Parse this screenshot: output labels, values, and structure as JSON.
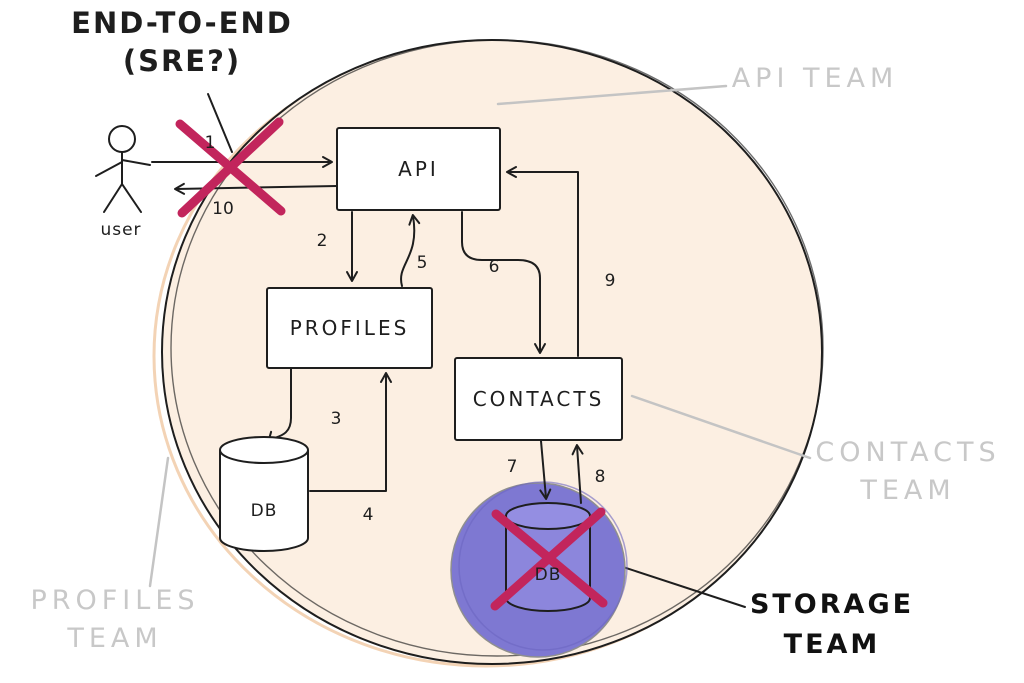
{
  "diagram": {
    "title_line1": "END-TO-END",
    "title_line2": "(SRE?)",
    "user_label": "user",
    "nodes": {
      "api": "API",
      "profiles": "PROFILES",
      "contacts": "CONTACTS",
      "profiles_db": "DB",
      "storage_db": "DB"
    },
    "teams": {
      "api": "API TEAM",
      "contacts_l1": "CONTACTS",
      "contacts_l2": "TEAM",
      "profiles_l1": "PROFILES",
      "profiles_l2": "TEAM",
      "storage_l1": "STORAGE",
      "storage_l2": "TEAM"
    },
    "steps": {
      "s1": "1",
      "s2": "2",
      "s3": "3",
      "s4": "4",
      "s5": "5",
      "s6": "6",
      "s7": "7",
      "s8": "8",
      "s9": "9",
      "s10": "10"
    },
    "colors": {
      "boundary_fill": "#fcefe2",
      "storage_highlight": "#7e78d2",
      "failure_cross": "#c2255c",
      "muted_label": "#c8c8c8",
      "ink": "#1e1e1e"
    }
  }
}
